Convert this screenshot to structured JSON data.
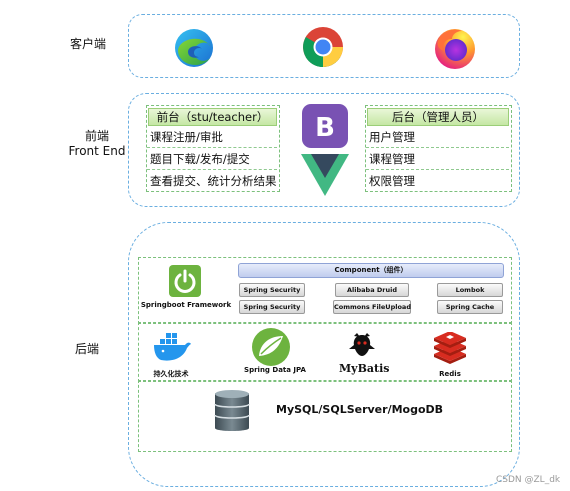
{
  "client": {
    "label": "客户端",
    "icons": [
      "edge-icon",
      "chrome-icon",
      "firefox-icon"
    ]
  },
  "frontend": {
    "label_cn": "前端",
    "label_en": "Front End",
    "left": {
      "title": "前台（stu/teacher）",
      "items": [
        "课程注册/审批",
        "题目下载/发布/提交",
        "查看提交、统计分析结果"
      ]
    },
    "right": {
      "title": "后台（管理人员）",
      "items": [
        "用户管理",
        "课程管理",
        "权限管理"
      ]
    },
    "icons": [
      "bootstrap-icon",
      "vue-icon"
    ],
    "bootstrap_letter": "B"
  },
  "backend": {
    "label": "后端",
    "springboot": "Springboot Framework",
    "component_title": "Component（组件）",
    "components": [
      [
        "Spring Security",
        "Alibaba Druid",
        "Lombok"
      ],
      [
        "Spring Security",
        "Commons FileUpload",
        "Spring Cache"
      ]
    ],
    "persistence": {
      "label": "持久化技术",
      "spring_data": "Spring Data JPA",
      "mybatis": "MyBatis",
      "redis": "Redis"
    },
    "database": "MySQL/SQLServer/MogoDB"
  },
  "watermark": "CSDN @ZL_dk",
  "colors": {
    "tier_border": "#6aaee0",
    "group_border": "#7cc07c",
    "spring_green": "#6db33f",
    "bootstrap_purple": "#7952b3",
    "vue_green": "#41b883",
    "vue_dark": "#35495e",
    "redis_red": "#d82c20",
    "docker_blue": "#2496ed"
  }
}
